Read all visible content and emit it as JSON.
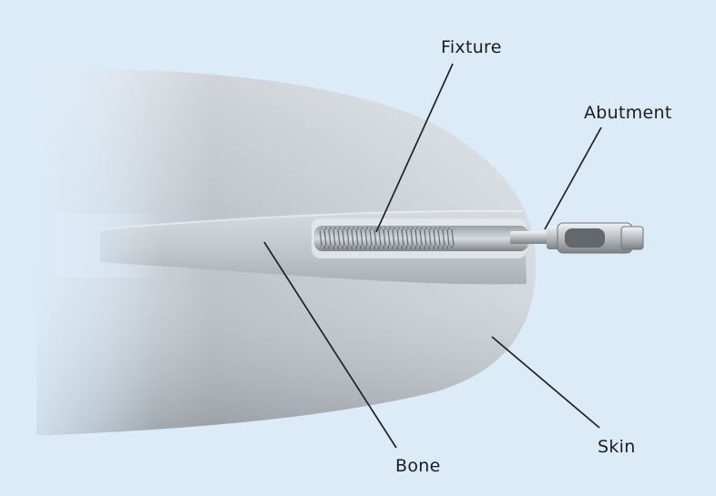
{
  "labels": {
    "fixture": "Fixture",
    "abutment": "Abutment",
    "bone": "Bone",
    "skin": "Skin"
  },
  "colors": {
    "background": "#dcebf8",
    "skin_light": "#d3dae1",
    "skin_dark": "#a4aab1",
    "bone": "#bfc4c9",
    "metal_light": "#e9ebec",
    "metal_dark": "#8a8e92",
    "leader_line": "#222222",
    "label_text": "#1c1c1c"
  }
}
